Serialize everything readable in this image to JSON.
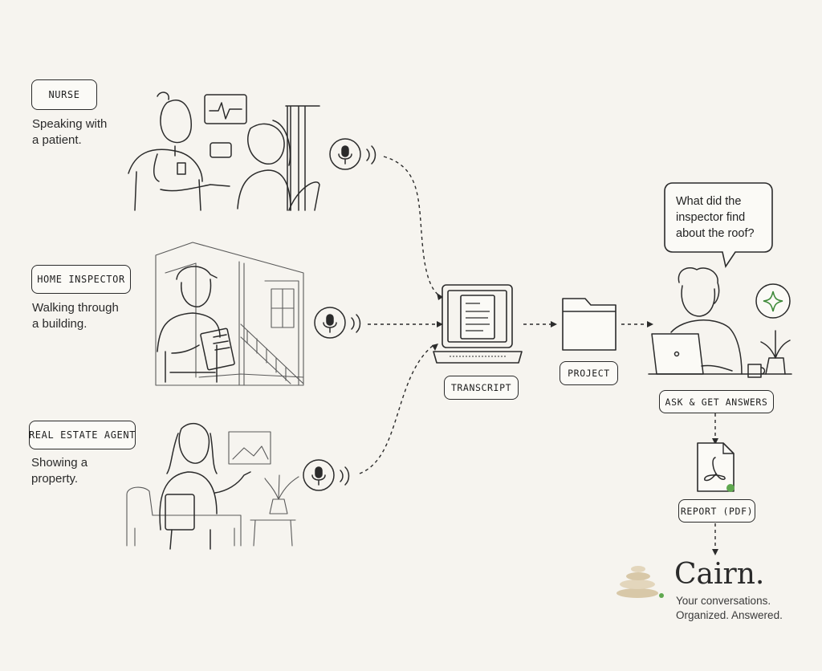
{
  "roles": [
    {
      "tag": "NURSE",
      "caption_line1": "Speaking with",
      "caption_line2": "a patient."
    },
    {
      "tag": "HOME INSPECTOR",
      "caption_line1": "Walking through",
      "caption_line2": "a building."
    },
    {
      "tag": "REAL ESTATE AGENT",
      "caption_line1": "Showing a",
      "caption_line2": "property."
    }
  ],
  "flow": {
    "transcript_label": "TRANSCRIPT",
    "project_label": "PROJECT",
    "ask_label": "ASK & GET ANSWERS",
    "report_label": "REPORT (PDF)"
  },
  "question": {
    "line1": "What did the",
    "line2": "inspector find",
    "line3": "about the roof?"
  },
  "brand": {
    "name": "Cairn.",
    "tagline_line1": "Your conversations.",
    "tagline_line2": "Organized. Answered."
  },
  "colors": {
    "background": "#f6f4ef",
    "ink": "#2b2b2b",
    "accent_green": "#5fa84f",
    "stone": "#d8c8a8"
  },
  "icons": [
    "microphone-icon",
    "laptop-icon",
    "folder-icon",
    "sparkle-icon",
    "pdf-icon",
    "cairn-logo-icon"
  ]
}
